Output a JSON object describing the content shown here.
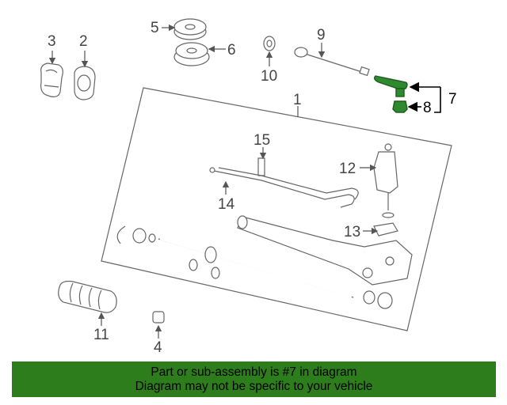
{
  "callouts": {
    "c1": "1",
    "c2": "2",
    "c3": "3",
    "c4": "4",
    "c5": "5",
    "c6": "6",
    "c7": "7",
    "c8": "8",
    "c9": "9",
    "c10": "10",
    "c11": "11",
    "c12": "12",
    "c13": "13",
    "c14": "14",
    "c15": "15"
  },
  "highlighted_part": "7",
  "colors": {
    "highlight": "#2f8a2f",
    "banner": "#2e7d1c"
  },
  "banner": {
    "line1": "Part or sub-assembly is #7 in diagram",
    "line2": "Diagram may not be specific to your vehicle"
  }
}
